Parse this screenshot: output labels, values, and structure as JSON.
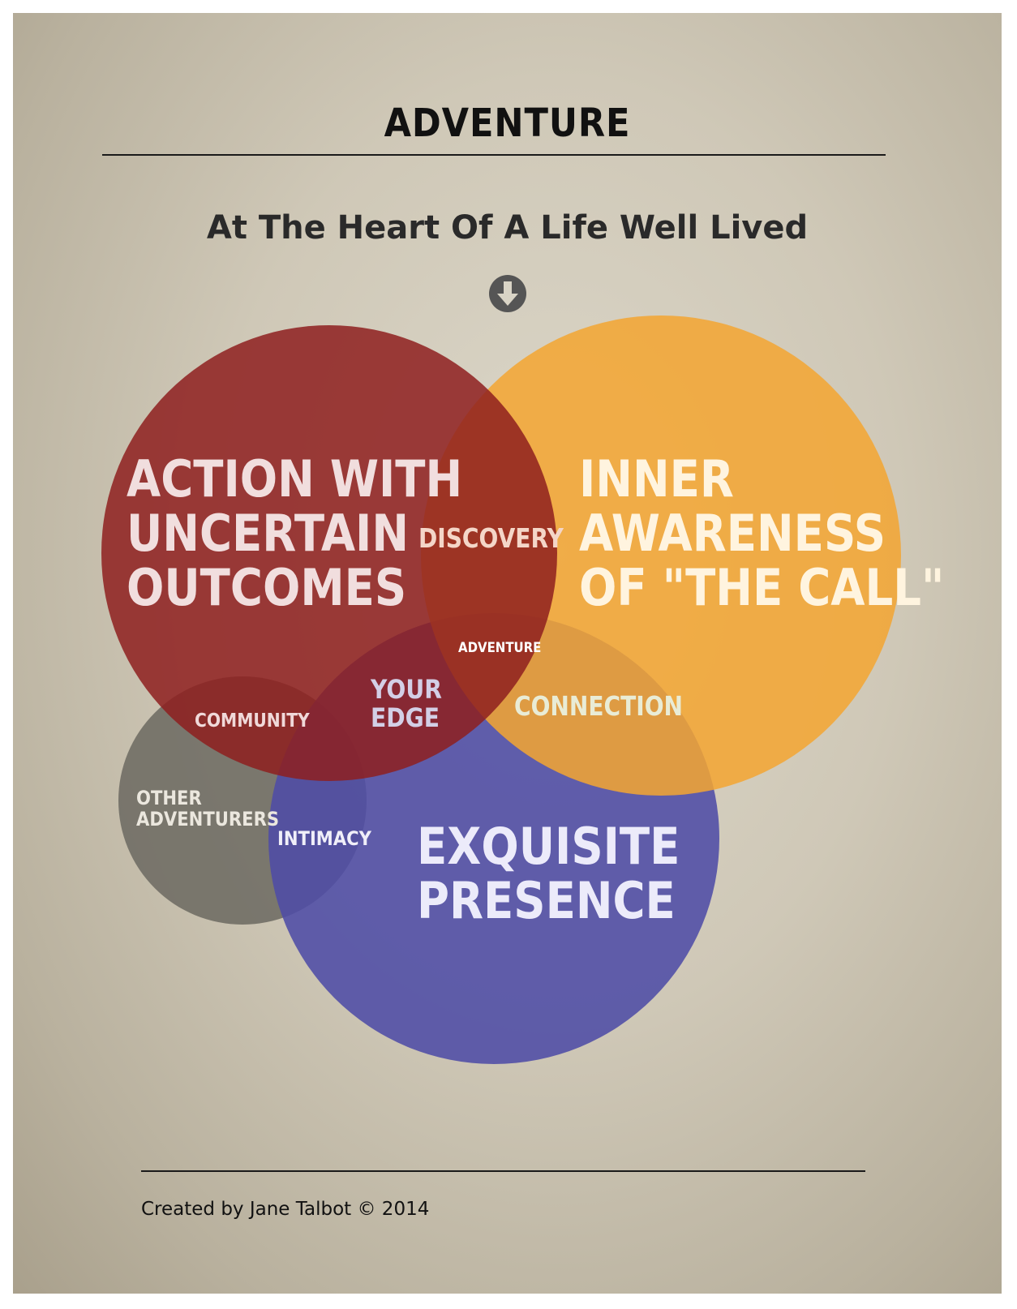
{
  "title": "ADVENTURE",
  "subtitle": "At The Heart Of A Life Well Lived",
  "arrow_icon": "down-arrow-circle-icon",
  "circles": {
    "action": {
      "label": "ACTION WITH\nUNCERTAIN\nOUTCOMES",
      "color": "#8e1f1f"
    },
    "inner": {
      "label": "INNER\nAWARENESS\nOF \"THE CALL\"",
      "color": "#f3a532"
    },
    "presence": {
      "label": "EXQUISITE\nPRESENCE",
      "color": "#4f4ca6"
    },
    "others": {
      "label": "OTHER\nADVENTURERS",
      "color": "#6b6860"
    }
  },
  "intersections": {
    "discovery": "DISCOVERY",
    "adventure": "ADVENTURE",
    "your_edge": "YOUR\nEDGE",
    "connection": "CONNECTION",
    "community": "COMMUNITY",
    "intimacy": "INTIMACY"
  },
  "footer": "Created by Jane Talbot © 2014"
}
